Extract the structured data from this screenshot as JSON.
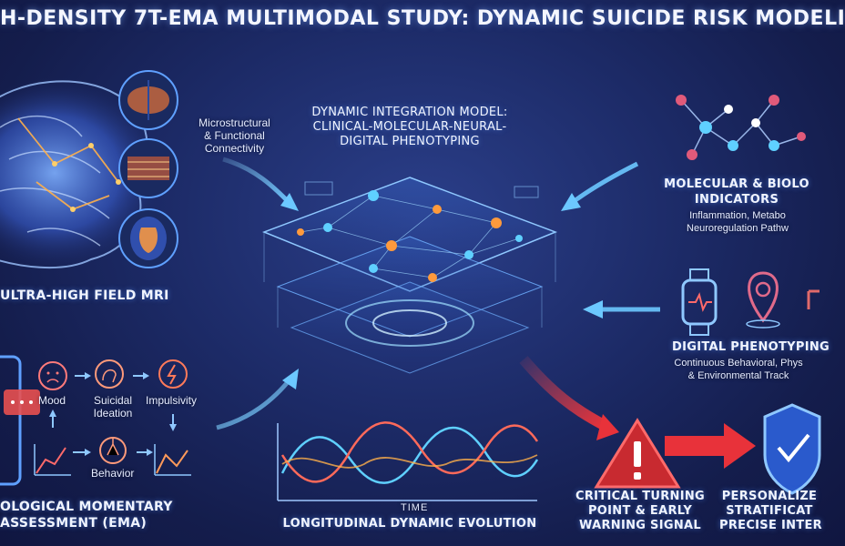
{
  "title": "H-DENSITY 7T-EMA MULTIMODAL STUDY: DYNAMIC SUICIDE RISK MODELI",
  "mri": {
    "connectivity_label_1": "Microstructural",
    "connectivity_label_2": "& Functional",
    "connectivity_label_3": "Connectivity",
    "caption": "ULTRA-HIGH FIELD MRI"
  },
  "model": {
    "title_1": "DYNAMIC INTEGRATION MODEL:",
    "title_2": "CLINICAL-MOLECULAR-NEURAL-",
    "title_3": "DIGITAL PHENOTYPING"
  },
  "molecular": {
    "title_1": "MOLECULAR & BIOLO",
    "title_2": "INDICATORS",
    "sub_1": "Inflammation, Metabo",
    "sub_2": "Neuroregulation Pathw"
  },
  "digital": {
    "title": "DIGITAL PHENOTYPING",
    "sub_1": "Continuous Behavioral, Phys",
    "sub_2": "& Environmental Track"
  },
  "ema": {
    "mood": "Mood",
    "ideation_1": "Suicidal",
    "ideation_2": "Ideation",
    "impulsivity": "Impulsivity",
    "behavior": "Behavior",
    "caption_1": "OLOGICAL MOMENTARY",
    "caption_2": "ASSESSMENT (EMA)"
  },
  "timeline": {
    "axis": "TIME",
    "caption": "LONGITUDINAL DYNAMIC EVOLUTION"
  },
  "warning": {
    "line_1": "CRITICAL TURNING",
    "line_2": "POINT & EARLY",
    "line_3": "WARNING SIGNAL"
  },
  "personalized": {
    "line_1": "PERSONALIZE",
    "line_2": "STRATIFICAT",
    "line_3": "PRECISE INTER"
  },
  "colors": {
    "accent_cyan": "#5fd0ff",
    "accent_orange": "#ff9a3c",
    "warning_red": "#e8323a",
    "shield_blue": "#3c7cff"
  }
}
